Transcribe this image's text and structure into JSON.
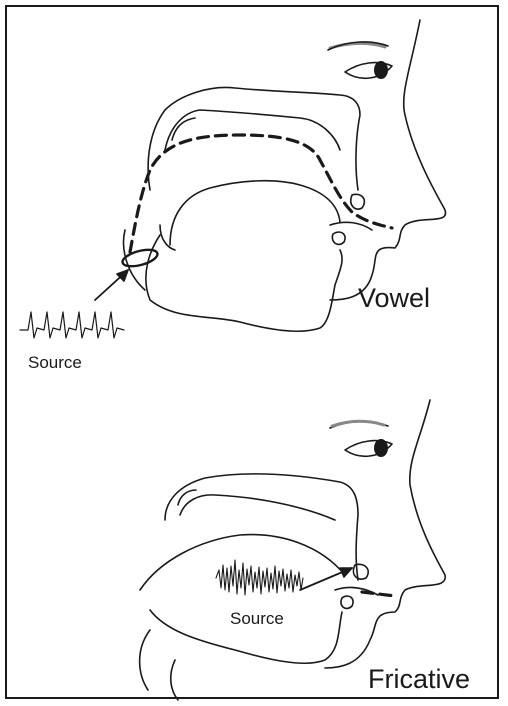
{
  "panels": [
    {
      "id": "vowel",
      "label": "Vowel",
      "source_label": "Source",
      "source_signal": "periodic pulse train (glottal)"
    },
    {
      "id": "fricative",
      "label": "Fricative",
      "source_label": "Source",
      "source_signal": "noise burst (turbulence)"
    }
  ],
  "colors": {
    "stroke": "#1a1a1a",
    "background": "#ffffff"
  }
}
